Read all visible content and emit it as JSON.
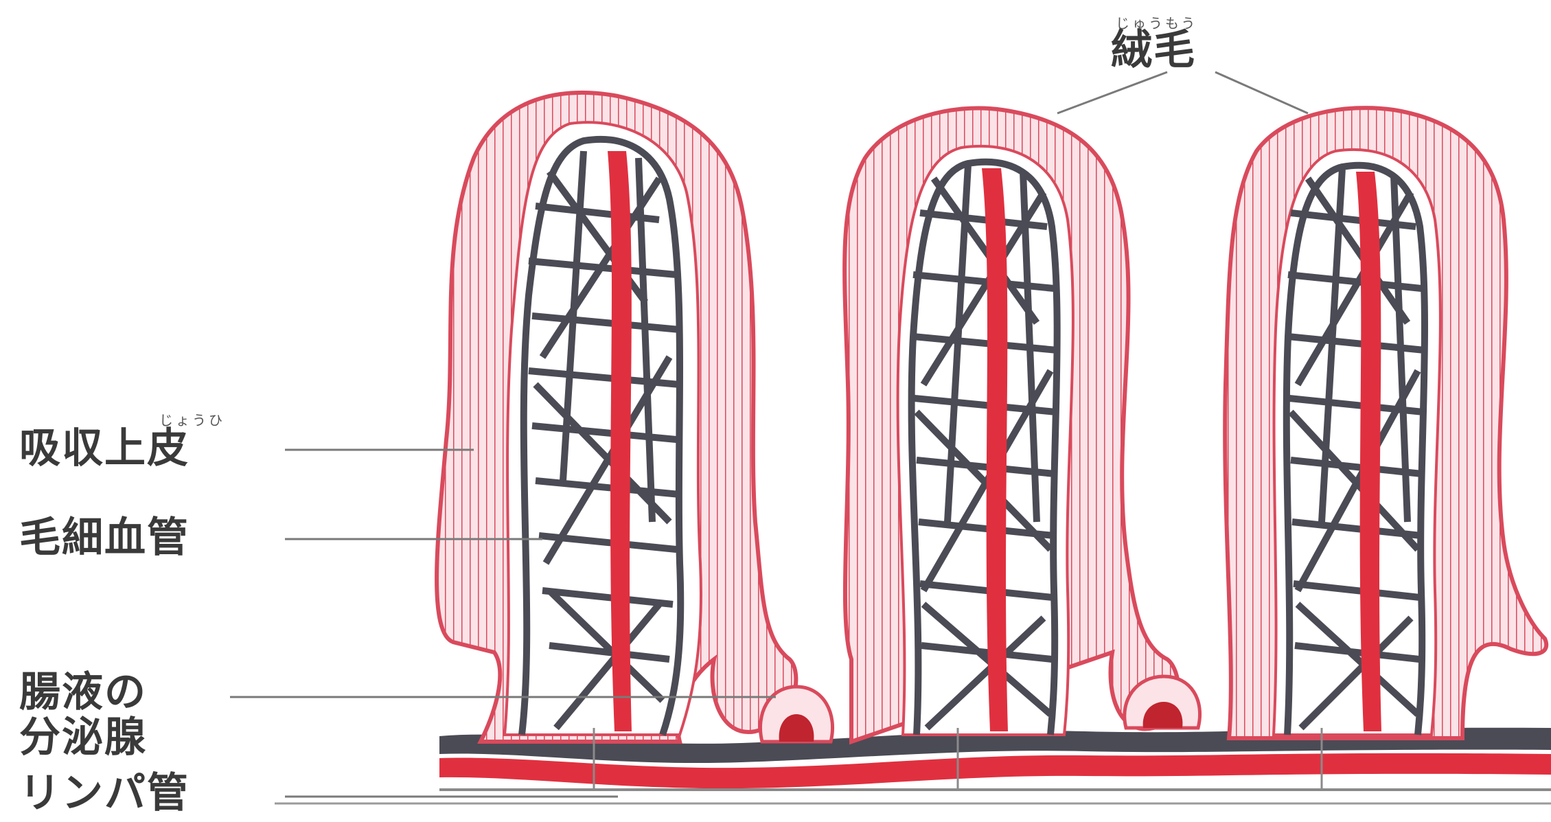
{
  "labels": {
    "villi": {
      "text": "絨毛",
      "reading": "じゅうもう"
    },
    "absorptive_epithelium": {
      "text": "吸収上皮",
      "reading": "じょうひ"
    },
    "capillary": {
      "text": "毛細血管"
    },
    "intestinal_gland": {
      "line1": "腸液の",
      "line2": "分泌腺"
    },
    "lymph_vessel": {
      "text": "リンパ管"
    }
  },
  "colors": {
    "epithelium_fill": "#f6cfd5",
    "epithelium_stroke": "#d94a5c",
    "capillary_net": "#4b4b55",
    "lymph_core": "#e0303f",
    "leader_line": "#7a7a7a",
    "text": "#3a3a3a"
  }
}
